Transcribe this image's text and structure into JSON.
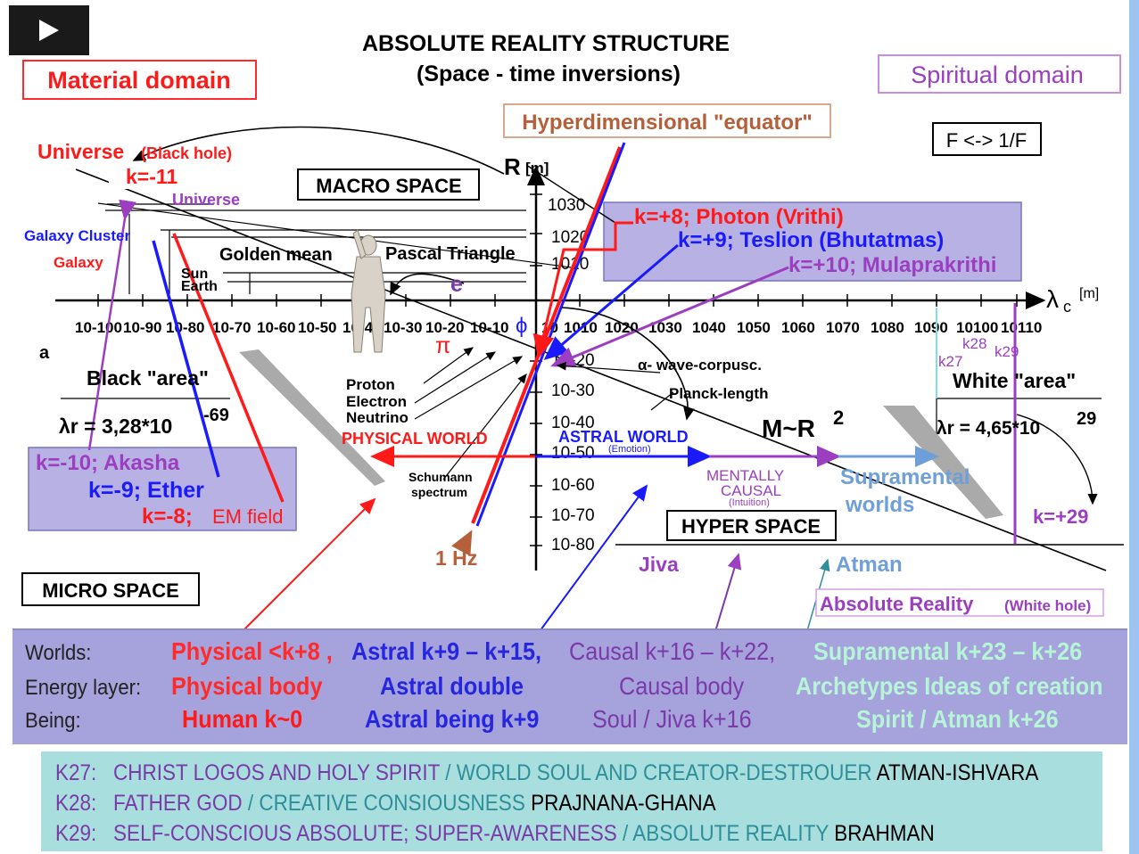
{
  "title": {
    "line1": "ABSOLUTE REALITY STRUCTURE",
    "line2": "(Space - time inversions)"
  },
  "domains": {
    "material": "Material domain",
    "spiritual": "Spiritual domain"
  },
  "formula_box": "F <-> 1/F",
  "hyper_equator": "Hyperdimensional \"equator\"",
  "universe": {
    "main": "Universe",
    "sub": "(Black hole)",
    "k": "k=-11",
    "marker": "Universe"
  },
  "labels": {
    "galaxy_cluster": "Galaxy Cluster",
    "galaxy": "Galaxy",
    "sun": "Sun",
    "earth": "Earth",
    "golden_mean": "Golden mean",
    "pascal": "Pascal Triangle",
    "macro_space": "MACRO SPACE",
    "micro_space": "MICRO SPACE",
    "hyper_space": "HYPER SPACE",
    "a": "a",
    "e": "e",
    "pi": "π",
    "phi": "ϕ",
    "proton": "Proton",
    "electron": "Electron",
    "neutrino": "Neutrino",
    "schumann": "Schumann",
    "spectrum": "spectrum",
    "one_hz": "1 Hz",
    "alpha": "α- wave-corpusc.",
    "planck": "Planck-length",
    "physical_world": "PHYSICAL WORLD",
    "astral_world": "ASTRAL WORLD",
    "emotion": "(Emotion)",
    "mentally": "MENTALLY",
    "causal": "CAUSAL",
    "intuition": "(Intuition)",
    "supramental": "Supramental",
    "worlds": "worlds",
    "mr2": "M~R",
    "mr2_exp": "2",
    "jiva": "Jiva",
    "atman": "Atman",
    "abs_reality": "Absolute Reality",
    "white_hole": "(White hole)",
    "k29": "k=+29",
    "k27": "k27",
    "k28": "k28",
    "k29s": "k29",
    "black_area": "Black \"area\"",
    "white_area": "White \"area\"",
    "lr_black": "λr = 3,28*10",
    "lr_black_exp": "-69",
    "lr_white": "λr = 4,65*10",
    "lr_white_exp": "29",
    "r_axis": "R",
    "r_unit": "[m]",
    "lambda_axis": "λ",
    "lambda_sub": "c",
    "lambda_unit": "[m]"
  },
  "photon_box": {
    "k8": "k=+8; Photon (Vrithi)",
    "k9": "k=+9; Teslion (Bhutatmas)",
    "k10": "k=+10; Mulaprakrithi"
  },
  "akasha_box": {
    "k10": "k=-10; Akasha",
    "k9": "k=-9; Ether",
    "k8": "k=-8;",
    "em": "EM field"
  },
  "x_ticks": [
    "10-100",
    "10-90",
    "10-80",
    "10-70",
    "10-60",
    "10-50",
    "10-40",
    "10-30",
    "10-20",
    "10-10",
    "10",
    "1010",
    "1020",
    "1030",
    "1040",
    "1050",
    "1060",
    "1070",
    "1080",
    "1090",
    "10100",
    "10110"
  ],
  "y_ticks": [
    "1030",
    "1020",
    "1010",
    "10-20",
    "10-30",
    "10-40",
    "10-50",
    "10-60",
    "10-70",
    "10-80"
  ],
  "table": {
    "headers": [
      "Worlds:",
      "Energy layer:",
      "Being:"
    ],
    "rows": [
      [
        "Physical <k+8 ,",
        "Astral  k+9 – k+15,",
        "Causal k+16 – k+22,",
        "Supramental  k+23 – k+26"
      ],
      [
        "Physical body",
        "Astral double",
        "Causal body",
        "Archetypes Ideas of creation"
      ],
      [
        "Human k~0",
        "Astral being k+9",
        "Soul / Jiva k+16",
        "Spirit / Atman k+26"
      ]
    ],
    "colors": [
      "#ff2a2a",
      "#2626e0",
      "#7a3aa8",
      "#b6f5d6"
    ]
  },
  "k_list": [
    {
      "k": "K27:",
      "a": "CHRIST LOGOS AND HOLY SPIRIT",
      "b": "WORLD SOUL AND CREATOR-DESTROUER",
      "c": "ATMAN-ISHVARA"
    },
    {
      "k": "K28:",
      "a": "FATHER GOD",
      "b": "CREATIVE CONSIOUSNESS",
      "c": "PRAJNANA-GHANA"
    },
    {
      "k": "K29:",
      "a": "SELF-CONSCIOUS ABSOLUTE; SUPER-AWARENESS",
      "b": "ABSOLUTE REALITY",
      "c": "BRAHMAN"
    }
  ],
  "colors": {
    "red": "#ff1a1a",
    "blue": "#1a1aff",
    "purple": "#9b3fc0",
    "brown": "#b5603a",
    "tan": "#c98c6a",
    "table_bg": "#a6a2dc",
    "k_bg": "#a8dede",
    "teal": "#2e8f9a"
  }
}
